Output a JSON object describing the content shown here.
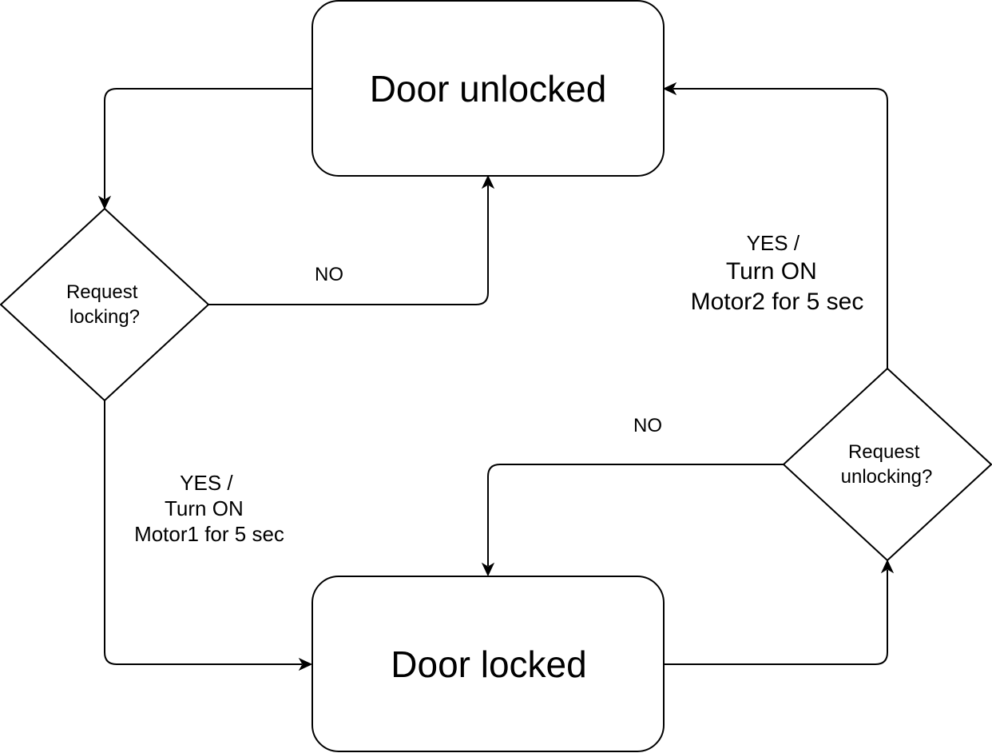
{
  "diagram": {
    "states": {
      "unlocked": "Door unlocked",
      "locked": "Door locked"
    },
    "decisions": {
      "lock": [
        "Request",
        "locking?"
      ],
      "unlock": [
        "Request",
        "unlocking?"
      ]
    },
    "edges": {
      "lock_no": "NO",
      "lock_yes": [
        "YES /",
        "Turn ON",
        "Motor1 for 5 sec"
      ],
      "unlock_no": "NO",
      "unlock_yes": [
        "YES /",
        "Turn ON",
        "Motor2 for 5 sec"
      ]
    }
  }
}
